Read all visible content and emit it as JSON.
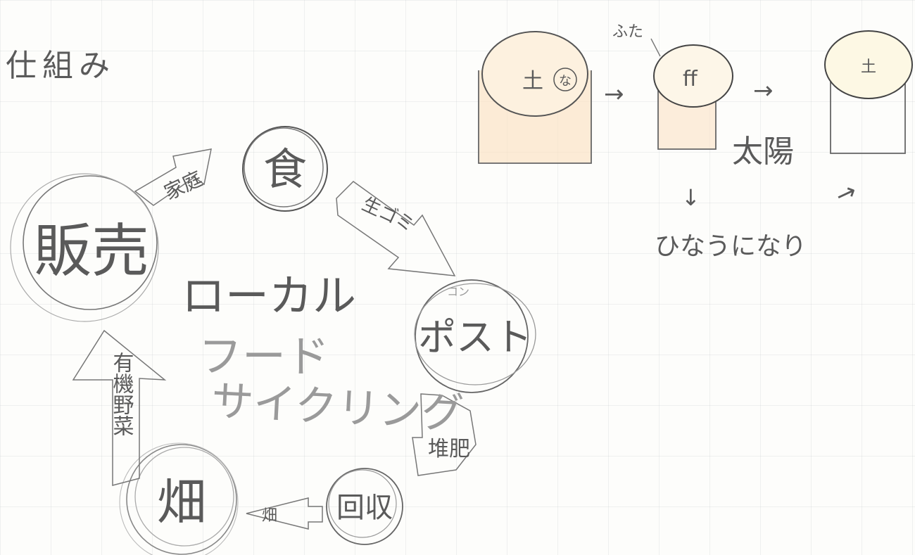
{
  "title": "仕組み",
  "cycle": {
    "center_line1": "ローカル",
    "center_line2": "フード",
    "center_line3": "サイクリング",
    "nodes": {
      "food": "食",
      "post": "ポスト",
      "post_note": "コン",
      "collect": "回収",
      "field": "畑",
      "sell": "販売"
    },
    "arrows": {
      "home": "家庭",
      "garbage": "生ゴミ",
      "compost": "堆肥",
      "field": "畑",
      "vegetables": "有機野菜"
    }
  },
  "process": {
    "lid_label": "ふた",
    "soil": "土",
    "soil_mark": "な",
    "lid_circle": "ff",
    "sun": "太陽",
    "result_note": "ひなうになり",
    "soil_final": "土"
  }
}
